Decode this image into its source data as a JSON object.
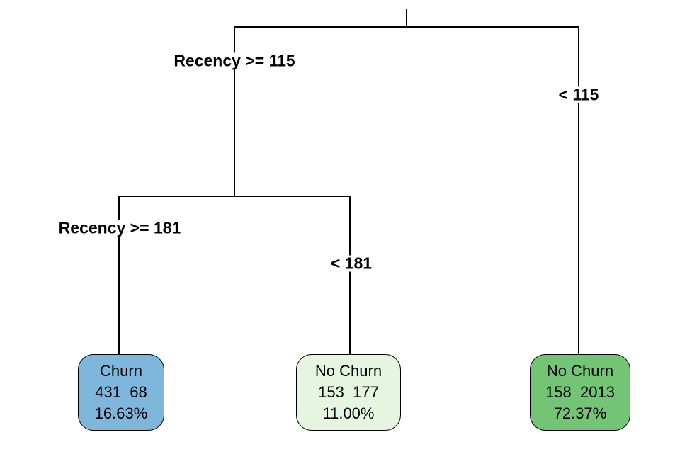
{
  "chart_data": {
    "type": "diagram",
    "diagram_type": "decision-tree",
    "title": "",
    "target_variable": "Churn",
    "root": {
      "split_variable": "Recency",
      "left_label": "Recency >= 115",
      "right_label": "< 115"
    },
    "level2": {
      "split_variable": "Recency",
      "left_label": "Recency >= 181",
      "right_label": "< 181"
    },
    "leaves": [
      {
        "id": "leaf-churn",
        "class_label": "Churn",
        "counts": "431  68",
        "count_a": 431,
        "count_b": 68,
        "percent": "16.63%",
        "percent_value": 16.63,
        "fill": "#7FB7DC",
        "text_color": "#000000",
        "path": "Recency >= 181"
      },
      {
        "id": "leaf-no-churn-mid",
        "class_label": "No Churn",
        "counts": "153  177",
        "count_a": 153,
        "count_b": 177,
        "percent": "11.00%",
        "percent_value": 11.0,
        "fill": "#E5F5E0",
        "text_color": "#000000",
        "path": "Recency >= 115 and < 181"
      },
      {
        "id": "leaf-no-churn-right",
        "class_label": "No Churn",
        "counts": "158  2013",
        "count_a": 158,
        "count_b": 2013,
        "percent": "72.37%",
        "percent_value": 72.37,
        "fill": "#74C476",
        "text_color": "#000000",
        "path": "Recency < 115"
      }
    ],
    "line_color": "#000000",
    "background": "#ffffff"
  },
  "labels": {
    "root_left": "Recency >= 115",
    "root_right": "< 115",
    "node2_left": "Recency >= 181",
    "node2_right": "< 181"
  },
  "leaf1": {
    "class_label": "Churn",
    "counts": "431  68",
    "percent": "16.63%"
  },
  "leaf2": {
    "class_label": "No Churn",
    "counts": "153  177",
    "percent": "11.00%"
  },
  "leaf3": {
    "class_label": "No Churn",
    "counts": "158  2013",
    "percent": "72.37%"
  }
}
